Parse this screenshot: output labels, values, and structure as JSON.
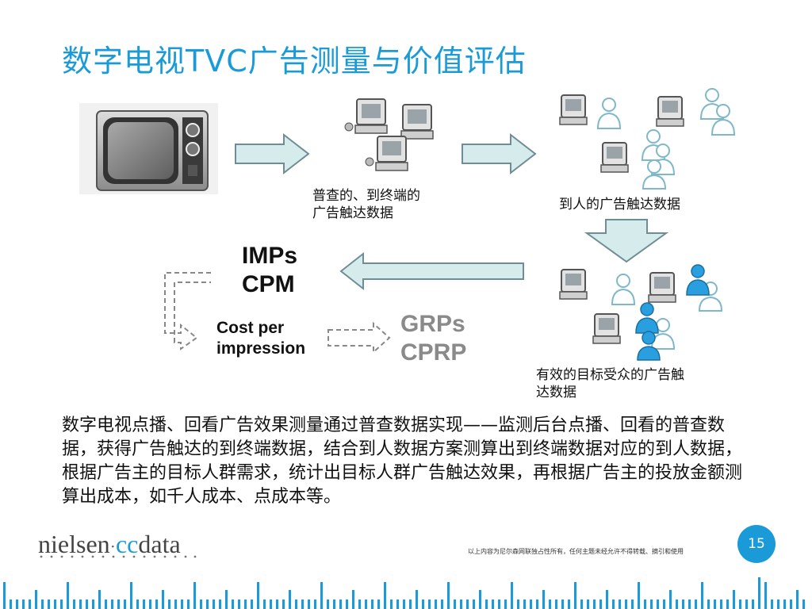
{
  "slide": {
    "title": "数字电视TVC广告测量与价值评估",
    "page_number": "15"
  },
  "diagram": {
    "terminal_caption": [
      "普查的、到终端的",
      "广告触达数据"
    ],
    "people_caption": "到人的广告触达数据",
    "target_caption": [
      "有效的目标受众的广告触",
      "达数据"
    ],
    "imps": "IMPs",
    "cpm": "CPM",
    "cost_per": "Cost per",
    "impression": "impression",
    "grps": "GRPs",
    "cprp": "CPRP"
  },
  "body_text": "数字电视点播、回看广告效果测量通过普查数据实现——监测后台点播、回看的普查数据，获得广告触达的到终端数据，结合到人数据方案测算出到终端数据对应的到人数据，根据广告主的目标人群需求，统计出目标人群广告触达效果，再根据广告主的投放金额测算出成本，如千人成本、点成本等。",
  "footer": {
    "logo_left": "nielsen",
    "logo_right_accent": "cc",
    "logo_right": "data",
    "note": "以上内容为尼尔森网联独占性所有，任何主题未经允许不得转载、摘引和使用"
  },
  "colors": {
    "accent": "#1a9bd7",
    "arrow_fill": "#d6ecec",
    "arrow_stroke": "#6e8d94",
    "person_outline": "#7fb9c9",
    "person_filled": "#2a9fe0"
  }
}
